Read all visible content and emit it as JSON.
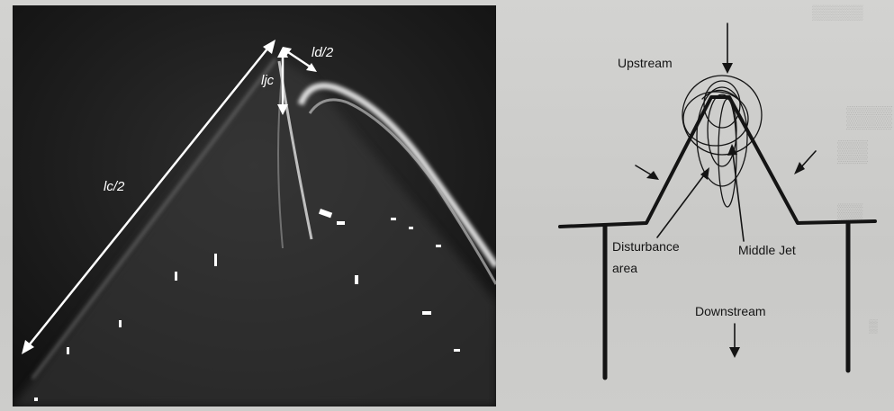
{
  "photo": {
    "labels": {
      "lc_half": "lc/2",
      "ljc": "ljc",
      "ld_half": "ld/2"
    }
  },
  "schematic": {
    "labels": {
      "upstream": "Upstream",
      "disturbance_line1": "Disturbance",
      "disturbance_line2": "area",
      "middle_jet": "Middle Jet",
      "downstream": "Downstream"
    }
  },
  "colors": {
    "page": "#cfcfcd",
    "photo_bg": "#1d1d1d",
    "photo_lines": "#ffffff",
    "ink": "#141414"
  }
}
